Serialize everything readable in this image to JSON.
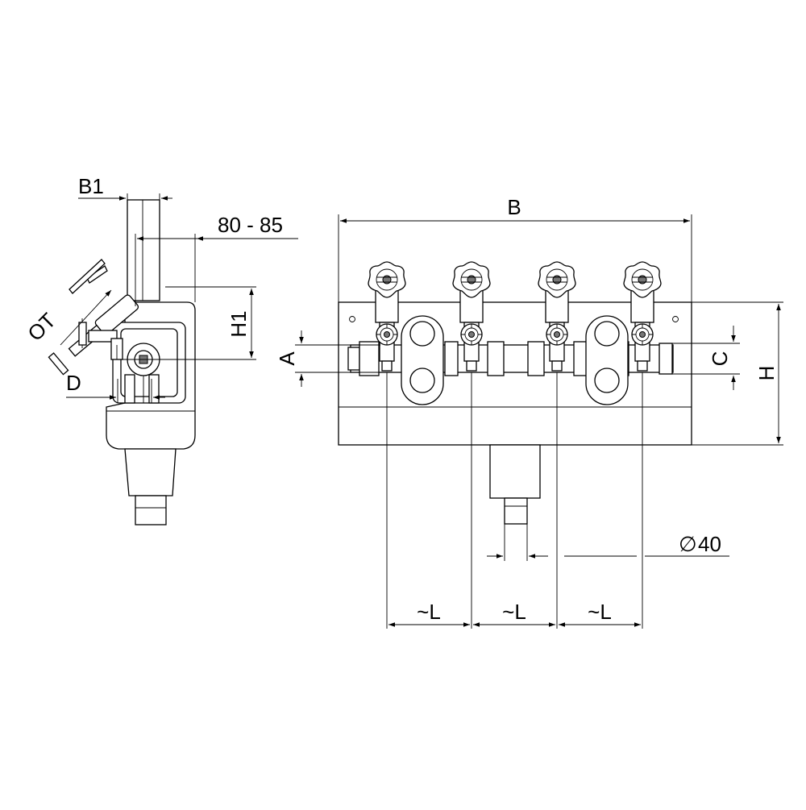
{
  "side_view": {
    "dim_b1": "B1",
    "dim_offset": "80 - 85",
    "dim_h1": "H1",
    "dim_ot": "OT",
    "dim_d": "D"
  },
  "front_view": {
    "dim_b": "B",
    "dim_a": "A",
    "dim_c": "C",
    "dim_h": "H",
    "dim_diameter_symbol": "∅",
    "dim_diameter": "40",
    "spacing_labels": [
      "~L",
      "~L",
      "~L"
    ]
  },
  "colors": {
    "line": "#000000",
    "background": "#ffffff",
    "fill_dark": "#777777"
  },
  "icons": {
    "valve_handwheel": "handwheel-icon",
    "small_valve": "valve-knob-icon"
  }
}
